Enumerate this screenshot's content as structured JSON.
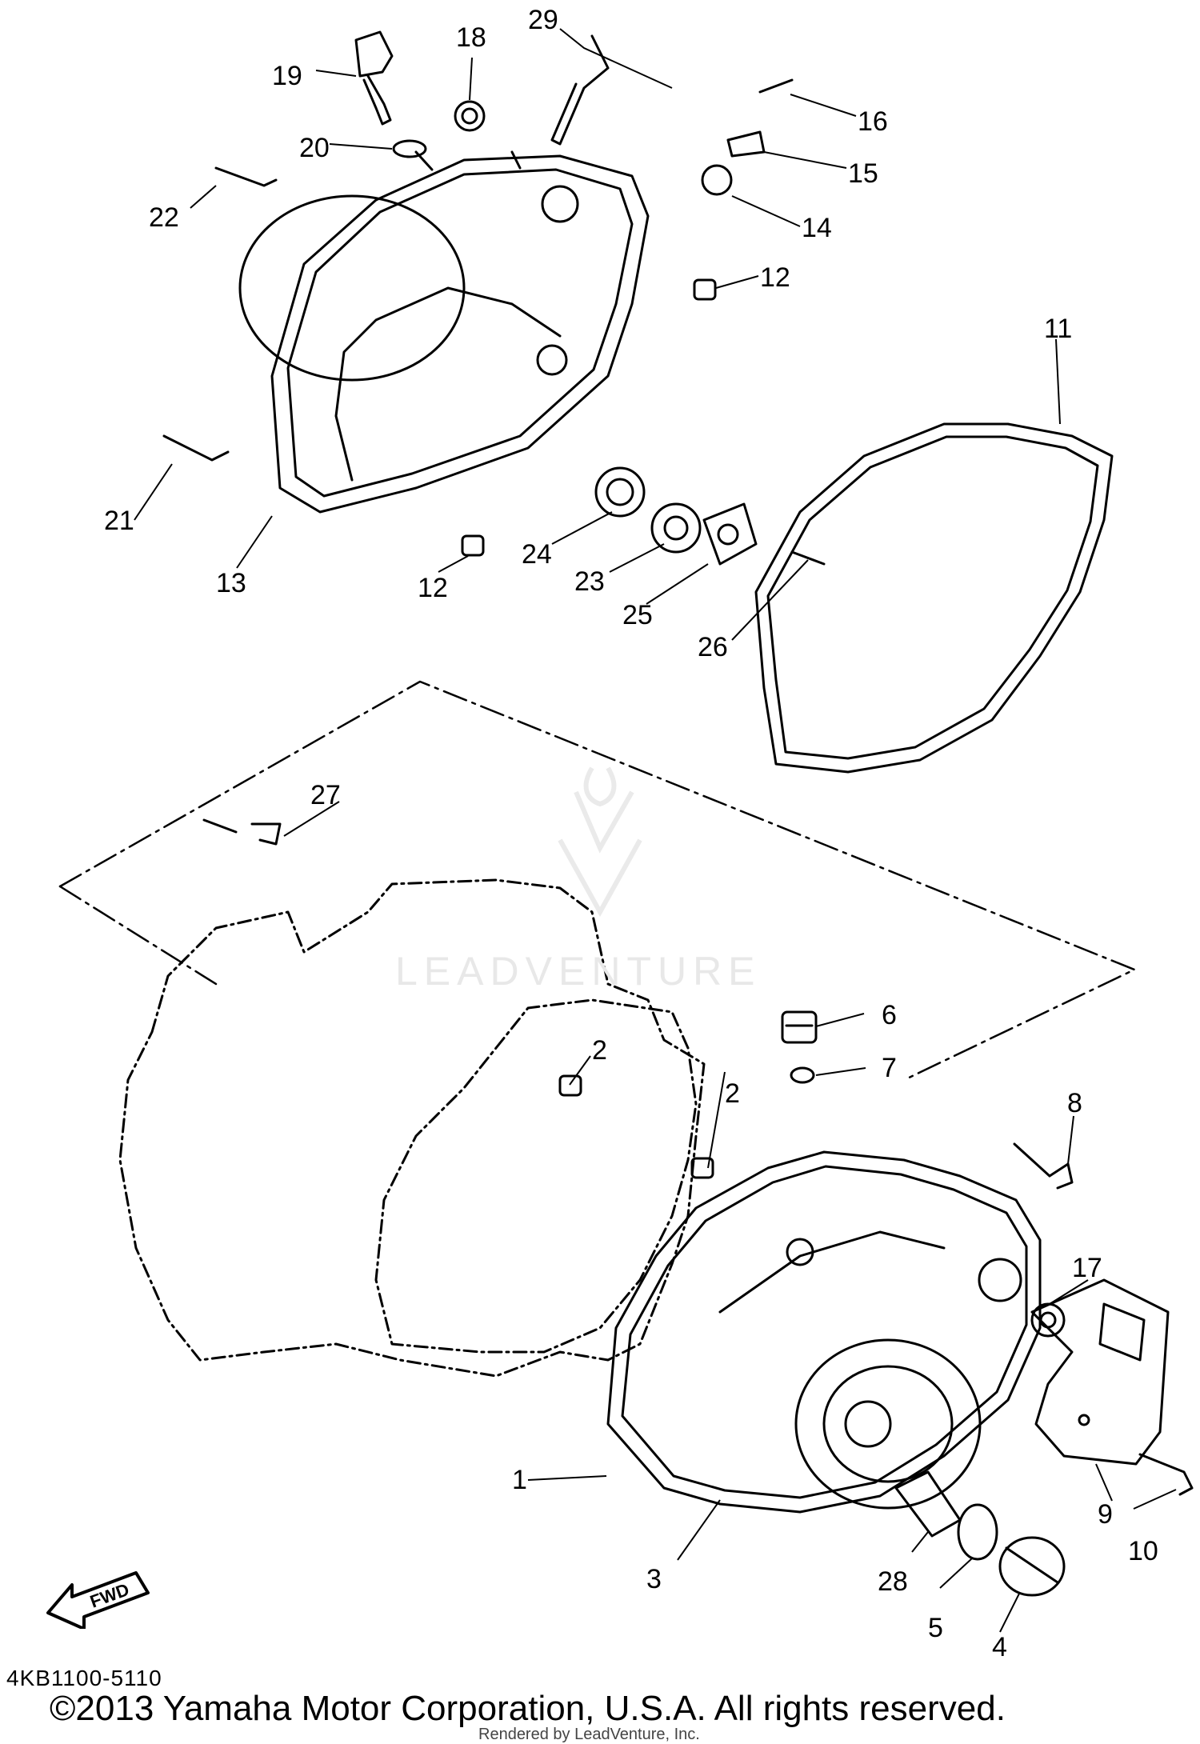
{
  "diagram_code": "4KB1100-5110",
  "copyright": "©2013 Yamaha Motor Corporation, U.S.A. All rights reserved.",
  "rendered_by": "Rendered by LeadVenture, Inc.",
  "watermark": "LEADVENTURE",
  "fwd_label": "FWD",
  "callouts": {
    "c1": "1",
    "c2a": "2",
    "c2b": "2",
    "c3": "3",
    "c4": "4",
    "c5": "5",
    "c6": "6",
    "c7": "7",
    "c8": "8",
    "c9": "9",
    "c10": "10",
    "c11": "11",
    "c12a": "12",
    "c12b": "12",
    "c13": "13",
    "c14": "14",
    "c15": "15",
    "c16": "16",
    "c17": "17",
    "c18": "18",
    "c19": "19",
    "c20": "20",
    "c21": "21",
    "c22": "22",
    "c23": "23",
    "c24": "24",
    "c25": "25",
    "c26": "26",
    "c27": "27",
    "c28": "28",
    "c29": "29"
  }
}
